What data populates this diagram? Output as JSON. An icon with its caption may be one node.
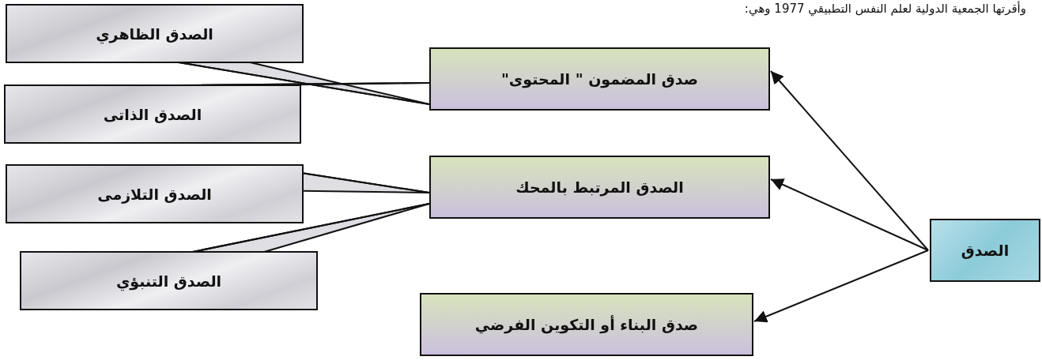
{
  "diagram": {
    "nodes": [
      {
        "text": [
          "الصدق"
        ]
      },
      {
        "text": [
          "صدق المضمون \" المحتوى\""
        ]
      },
      {
        "text": [
          "الصدق المرتبط بالمحك"
        ]
      },
      {
        "text": [
          "صدق البناء أو التكوين الفرضي"
        ]
      },
      {
        "text": [
          "الصدق الظاهري"
        ]
      },
      {
        "text": [
          "الصدق الذاتى"
        ]
      },
      {
        "text": [
          "الصدق التلازمى"
        ]
      },
      {
        "text": [
          "الصدق التنبؤي"
        ]
      }
    ],
    "edges": [
      {
        "from": 0,
        "to": 1,
        "arrow": "to"
      },
      {
        "from": 0,
        "to": 2,
        "arrow": "to"
      },
      {
        "from": 0,
        "to": 3,
        "arrow": "to"
      },
      {
        "from": 4,
        "to": 1,
        "arrow": "none"
      },
      {
        "from": 5,
        "to": 1,
        "arrow": "none"
      },
      {
        "from": 6,
        "to": 2,
        "arrow": "none"
      },
      {
        "from": 7,
        "to": 2,
        "arrow": "none"
      }
    ],
    "labels": [
      "وأقرتها الجمعية الدولية لعلم النفس التطبيقي 1977 وهي:"
    ]
  }
}
